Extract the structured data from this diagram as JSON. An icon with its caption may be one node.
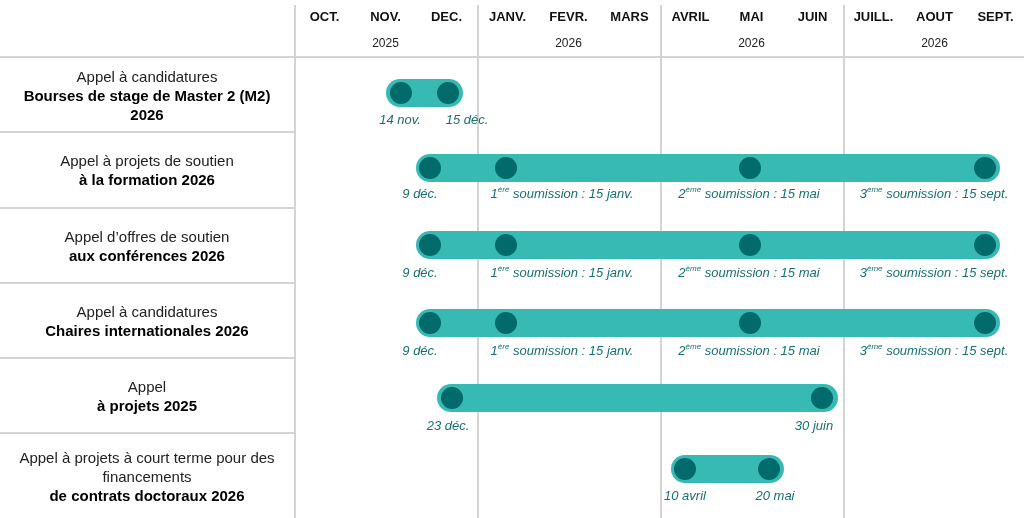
{
  "diagram": {
    "nodes": [
      {
        "text": [],
        "shape": "bar",
        "beside": [
          "14 nov.",
          "15 déc."
        ]
      },
      {
        "text": [],
        "shape": "bar",
        "beside": [
          "9 déc.",
          "1$^{ère}$ soumission : 15 janv.",
          "2$^{ème}$ soumission : 15 mai",
          "3$^{ème}$ soumission : 15 sept."
        ]
      },
      {
        "text": [],
        "shape": "bar",
        "beside": [
          "9 déc.",
          "1$^{ère}$ soumission : 15 janv.",
          "2$^{ème}$ soumission : 15 mai",
          "3$^{ème}$ soumission : 15 sept."
        ]
      },
      {
        "text": [],
        "shape": "bar",
        "beside": [
          "9 déc.",
          "1$^{ère}$ soumission : 15 janv.",
          "2$^{ème}$ soumission : 15 mai",
          "3$^{ème}$ soumission : 15 sept."
        ]
      },
      {
        "text": [],
        "shape": "bar",
        "beside": [
          "23 déc.",
          "30 juin"
        ]
      },
      {
        "text": [],
        "shape": "bar",
        "beside": [
          "10 avril",
          "20 mai"
        ]
      }
    ],
    "labels": [
      "OCT.",
      "NOV.",
      "DEC.",
      "JANV.",
      "FEVR.",
      "MARS",
      "AVRIL",
      "MAI",
      "JUIN",
      "JUILL.",
      "AOUT",
      "SEPT.",
      "2025",
      "2026",
      "2026",
      "2026",
      "Appel à candidatures **Bourses de stage de Master 2 (M2) 2026**",
      "Appel à projets de soutien **à la formation 2026**",
      "Appel d’offres de soutien **aux conférences 2026**",
      "Appel à candidatures **Chaires internationales 2026**",
      "Appel **à projets 2025**",
      "Appel à projets à court terme pour des financements **de contrats doctoraux 2026**"
    ]
  }
}
